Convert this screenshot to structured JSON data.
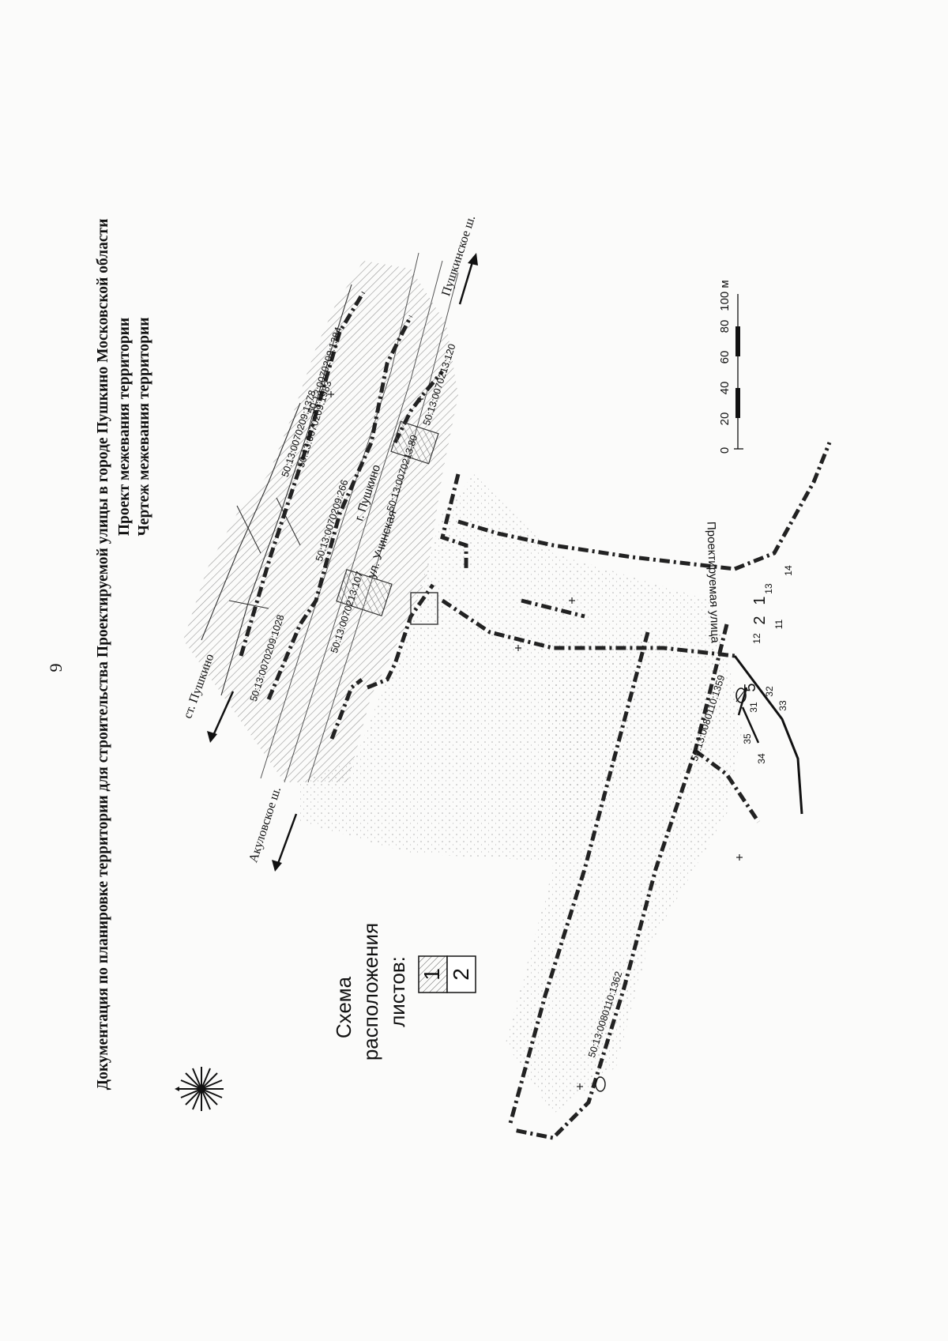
{
  "page_number": "9",
  "title": {
    "line1": "Документация по планировке территории для строительства Проектируемой улицы в городе Пушкино Московской области",
    "line2": "Проект межевания территории",
    "line3": "Чертеж межевания территории"
  },
  "legend": {
    "line1": "Схема",
    "line2": "расположения",
    "line3": "листов:",
    "sheet1": "1",
    "sheet2": "2"
  },
  "scale_bar": {
    "ticks": [
      "0",
      "20",
      "40",
      "60",
      "80",
      "100 м"
    ]
  },
  "directions": {
    "st_pushkino": "ст. Пушкино",
    "akulovskoe": "Акуловское ш.",
    "pushkinskoe": "Пушкинское ш."
  },
  "streets": {
    "city": "г. Пушкино",
    "uchinskaya": "ул. Учинская",
    "proektiruemaya": "Проектируемая улица"
  },
  "parcels": [
    "50:13:0070209:1028",
    "50:13:0070213:107",
    "50:13:0070209:266",
    "50:13:0070213:80",
    "50:13:0070209:1378",
    "50:13:0070209:1983",
    "50:13:0070209:1384",
    "50:13:0070213:120",
    "50:13:0080110:1359",
    "50:13:0080110:1362"
  ],
  "zone_numbers": [
    "1",
    "2",
    "5"
  ],
  "point_numbers": [
    "11",
    "12",
    "13",
    "14",
    "31",
    "32",
    "33",
    "34",
    "35"
  ],
  "colors": {
    "ink": "#111111",
    "boundary": "#222222",
    "hatch": "#777777"
  },
  "icons": [
    "compass-rose-icon",
    "direction-arrow-icon"
  ]
}
